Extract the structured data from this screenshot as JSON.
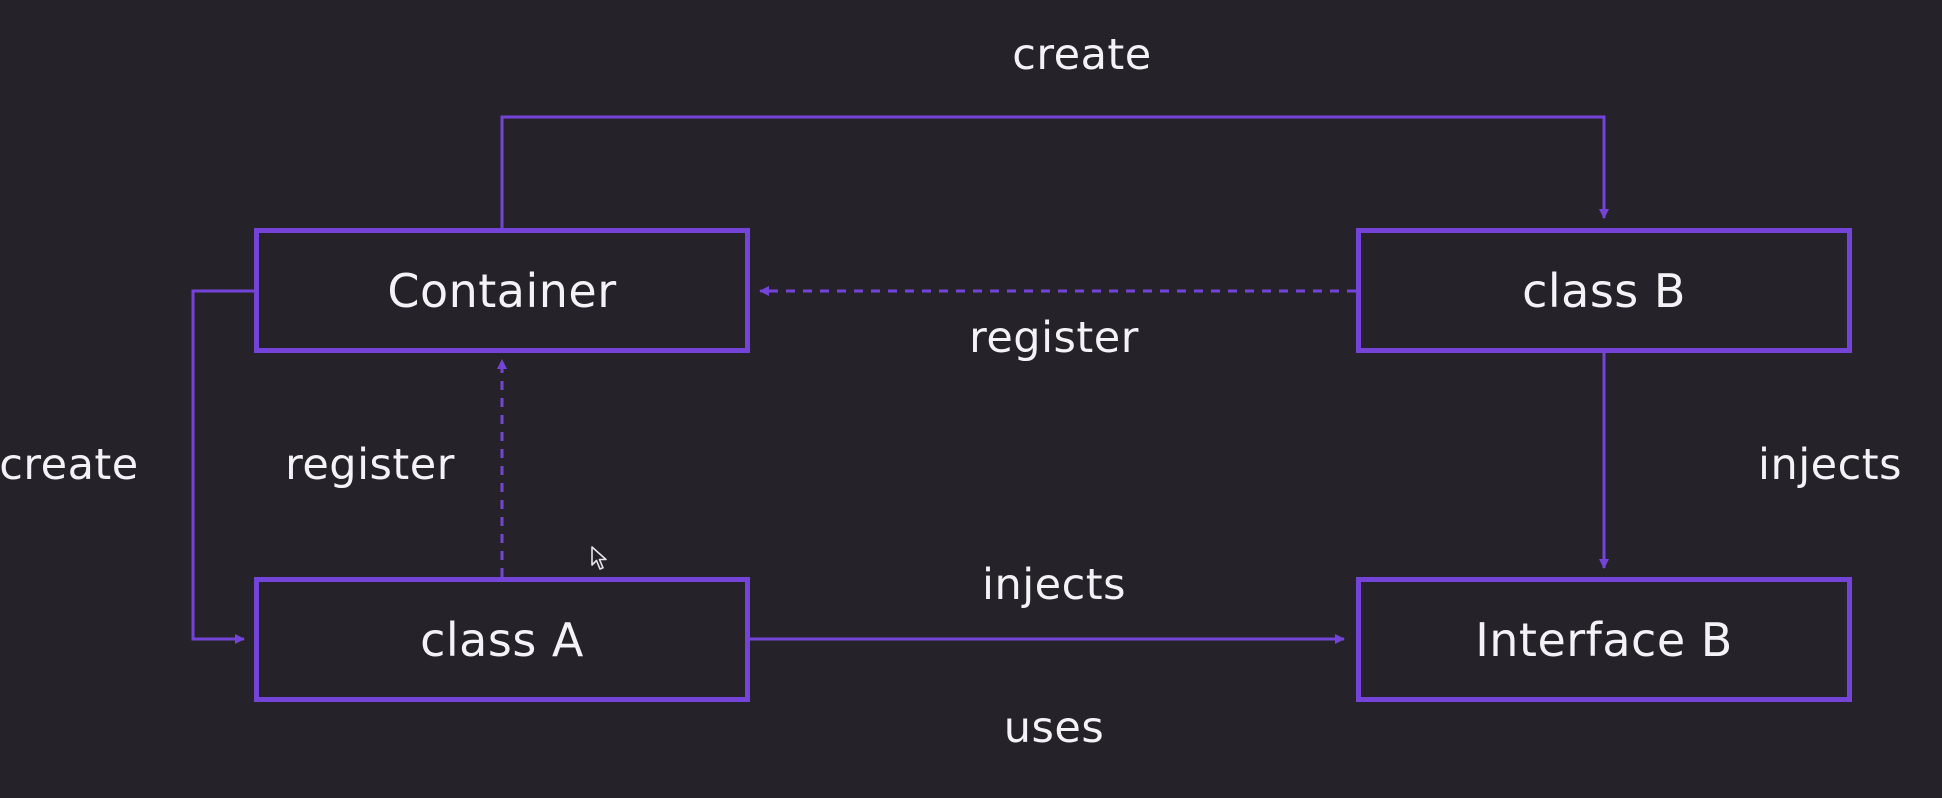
{
  "nodes": {
    "container": "Container",
    "class_b": "class B",
    "class_a": "class A",
    "interface_b": "Interface B"
  },
  "edge_labels": {
    "top_create": "create",
    "mid_register": "register",
    "left_create": "create",
    "left_register": "register",
    "right_injects": "injects",
    "bottom_injects": "injects",
    "bottom_uses": "uses"
  },
  "colors": {
    "background": "#252329",
    "accent": "#7444d8",
    "text": "#f4f2f7"
  },
  "icons": {
    "cursor": "mouse-pointer-icon"
  }
}
